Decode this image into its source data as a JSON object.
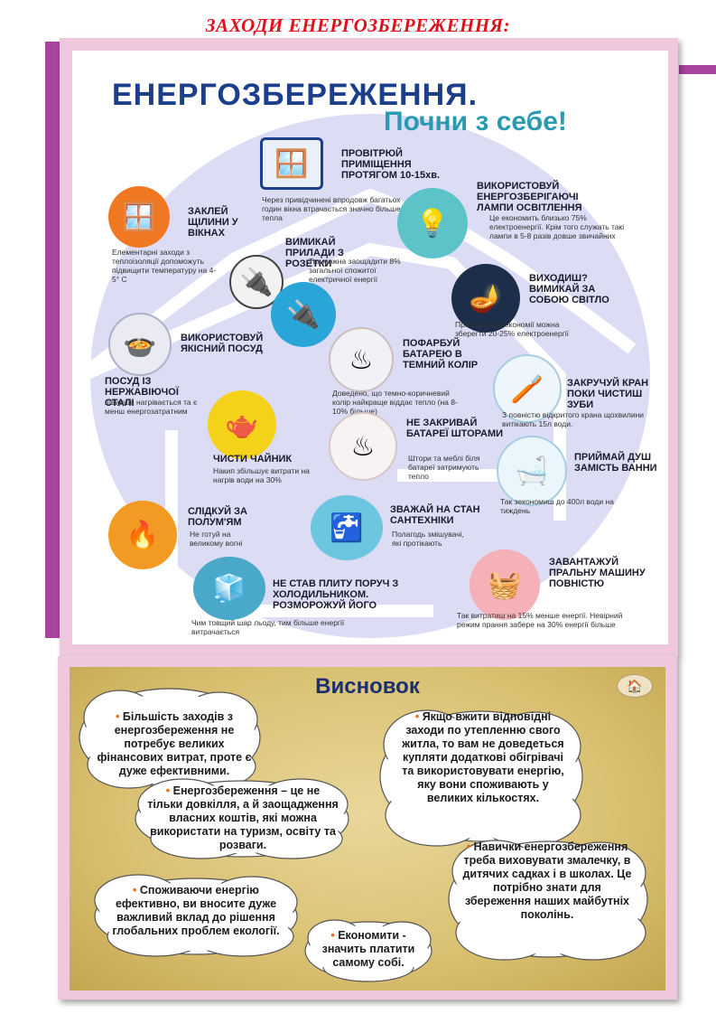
{
  "page_title": "ЗАХОДИ ЕНЕРГОЗБЕРЕЖЕННЯ:",
  "poster": {
    "heading": "ЕНЕРГОЗБЕРЕЖЕННЯ.",
    "subheading": "Почни з себе!",
    "tips": {
      "ventilate": {
        "title": "ПРОВІТРЮЙ ПРИМІЩЕННЯ ПРОТЯГОМ 10-15хв.",
        "text": "Через привідчинені впродовж багатьох годин вікна втрачається значно більше тепла",
        "icon": "window-icon"
      },
      "seal": {
        "title": "ЗАКЛЕЙ ЩІЛИНИ У ВІКНАХ",
        "text": "Елементарні заходи з теплоізоляції допоможуть підвищити температуру на 4-5° С",
        "icon": "window-frame-icon"
      },
      "unplug": {
        "title": "ВИМИКАЙ ПРИЛАДИ З РОЗЕТКИ",
        "text": "Так можна заощадити 8% загальної спожитої електричної енергії",
        "icon": "socket-icon"
      },
      "lamps": {
        "title": "ВИКОРИСТОВУЙ ЕНЕРГОЗБЕРІГАЮЧІ ЛАМПИ ОСВІТЛЕННЯ",
        "text": "Це економить близько 75% електроенергії. Крім того служать такі лампи в 5-8 разів довше звичайних",
        "icon": "chandelier-icon"
      },
      "lights_off": {
        "title": "ВИХОДИШ? ВИМИКАЙ ЗА СОБОЮ СВІТЛО",
        "text": "При розумній економії можна зберегти 20-25% електроенергії",
        "icon": "desk-lamp-icon"
      },
      "cookware": {
        "title": "ВИКОРИСТОВУЙ ЯКІСНИЙ ПОСУД",
        "text": "",
        "icon": "pot-icon"
      },
      "steel": {
        "title": "ПОСУД ІЗ НЕРЖАВІЮЧОЇ СТАЛІ",
        "text": "швидше нагрівається та є менш енергозатратним"
      },
      "radiator_color": {
        "title": "ПОФАРБУЙ БАТАРЕЮ В ТЕМНИЙ КОЛІР",
        "text": "Доведено, що темно-коричневий колір найкраще віддає тепло (на 8-10% більше)",
        "icon": "radiator-icon"
      },
      "tap": {
        "title": "ЗАКРУЧУЙ КРАН ПОКИ ЧИСТИШ ЗУБИ",
        "text": "З повністю відкритого крана щохвилини витікають 15л води.",
        "icon": "toothbrush-icon"
      },
      "kettle": {
        "title": "ЧИСТИ ЧАЙНИК",
        "text": "Накип збільшує витрати на нагрів води на 30%",
        "icon": "kettle-icon"
      },
      "curtains": {
        "title": "НЕ ЗАКРИВАЙ БАТАРЕЇ ШТОРАМИ",
        "text": "Штори та меблі біля батареї затримують тепло",
        "icon": "heater-icon"
      },
      "shower": {
        "title": "ПРИЙМАЙ ДУШ ЗАМІСТЬ ВАННИ",
        "text": "Так зекономиш до 400л води на тиждень",
        "icon": "bathtub-icon"
      },
      "flame": {
        "title": "СЛІДКУЙ ЗА ПОЛУМ'ЯМ",
        "text": "Не готуй на великому вогні",
        "icon": "oven-icon"
      },
      "plumbing": {
        "title": "ЗВАЖАЙ НА СТАН САНТЕХНІКИ",
        "text": "Полагодь змішувачі, які протікають",
        "icon": "faucet-icon"
      },
      "washer": {
        "title": "ЗАВАНТАЖУЙ ПРАЛЬНУ МАШИНУ ПОВНІСТЮ",
        "text": "Так витратиш на 15% менше енергії. Невірний режим прання забере на 30% енергії більше",
        "icon": "washing-machine-icon"
      },
      "fridge": {
        "title": "НЕ СТАВ ПЛИТУ ПОРУЧ З ХОЛОДИЛЬНИКОМ. РОЗМОРОЖУЙ ЙОГО",
        "text": "Чим товщий шар льоду, тим більше енергії витрачається",
        "icon": "fridge-icon"
      }
    }
  },
  "conclusion": {
    "title": "Висновок",
    "items": [
      "Більшість заходів з енергозбереження не потребує великих фінансових витрат, проте є дуже ефективними.",
      "Якщо вжити відповідні заходи по утепленню свого житла, то вам не доведеться купляти додаткові обігрівачі та використовувати енергію, яку вони споживають у великих кількостях.",
      "Енергозбереження – це не тільки довкілля, а й заощадження власних коштів, які можна використати на туризм, освіту та розваги.",
      "Навички енергозбереження треба виховувати змалечку, в дитячих садках і в школах. Це потрібно знати для збереження наших майбутніх поколінь.",
      "Споживаючи енергію ефективно, ви вносите дуже важливий вклад до рішення глобальних проблем екології.",
      "Економити - значить платити самому собі."
    ]
  }
}
